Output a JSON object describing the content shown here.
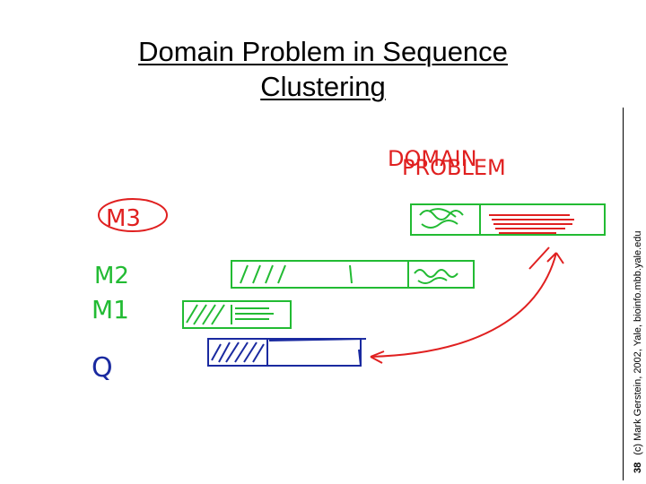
{
  "slide": {
    "title_line1": "Domain Problem in Sequence",
    "title_line2": "Clustering",
    "page_number": "38",
    "copyright": "(c) Mark Gerstein, 2002, Yale, bioinfo.mbb.yale.edu"
  },
  "sketch": {
    "heading": "DOMAIN PROBLEM",
    "labels": [
      "M3",
      "M2",
      "M1",
      "Q"
    ],
    "colors": {
      "red": "#e02020",
      "green": "#22bb33",
      "blue": "#1a2aa0",
      "ink": "#000000"
    }
  }
}
